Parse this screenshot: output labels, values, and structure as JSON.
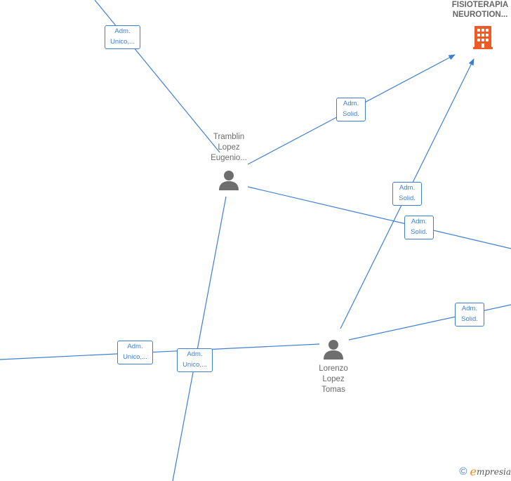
{
  "nodes": {
    "company": {
      "line1": "FISIOTERAPIA",
      "line2": "NEUROTION...",
      "color": "#f15a24"
    },
    "tramblin": {
      "line1": "Tramblin",
      "line2": "Lopez",
      "line3": "Eugenio..."
    },
    "lorenzo": {
      "line1": "Lorenzo",
      "line2": "Lopez",
      "line3": "Tomas"
    }
  },
  "edges": {
    "e1": {
      "line1": "Adm.",
      "line2": "Unico,..."
    },
    "e2": {
      "line1": "Adm.",
      "line2": "Solid."
    },
    "e3": {
      "line1": "Adm.",
      "line2": "Solid."
    },
    "e4": {
      "line1": "Adm.",
      "line2": "Solid."
    },
    "e5": {
      "line1": "Adm.",
      "line2": "Solid."
    },
    "e6": {
      "line1": "Adm.",
      "line2": "Unico,..."
    },
    "e7": {
      "line1": "Adm.",
      "line2": "Unico,..."
    }
  },
  "colors": {
    "edge": "#3f7fd0",
    "person_icon": "#6e6e6e"
  },
  "footer": {
    "copyright": "©",
    "brand_initial": "e",
    "brand_rest": "mpresia"
  }
}
